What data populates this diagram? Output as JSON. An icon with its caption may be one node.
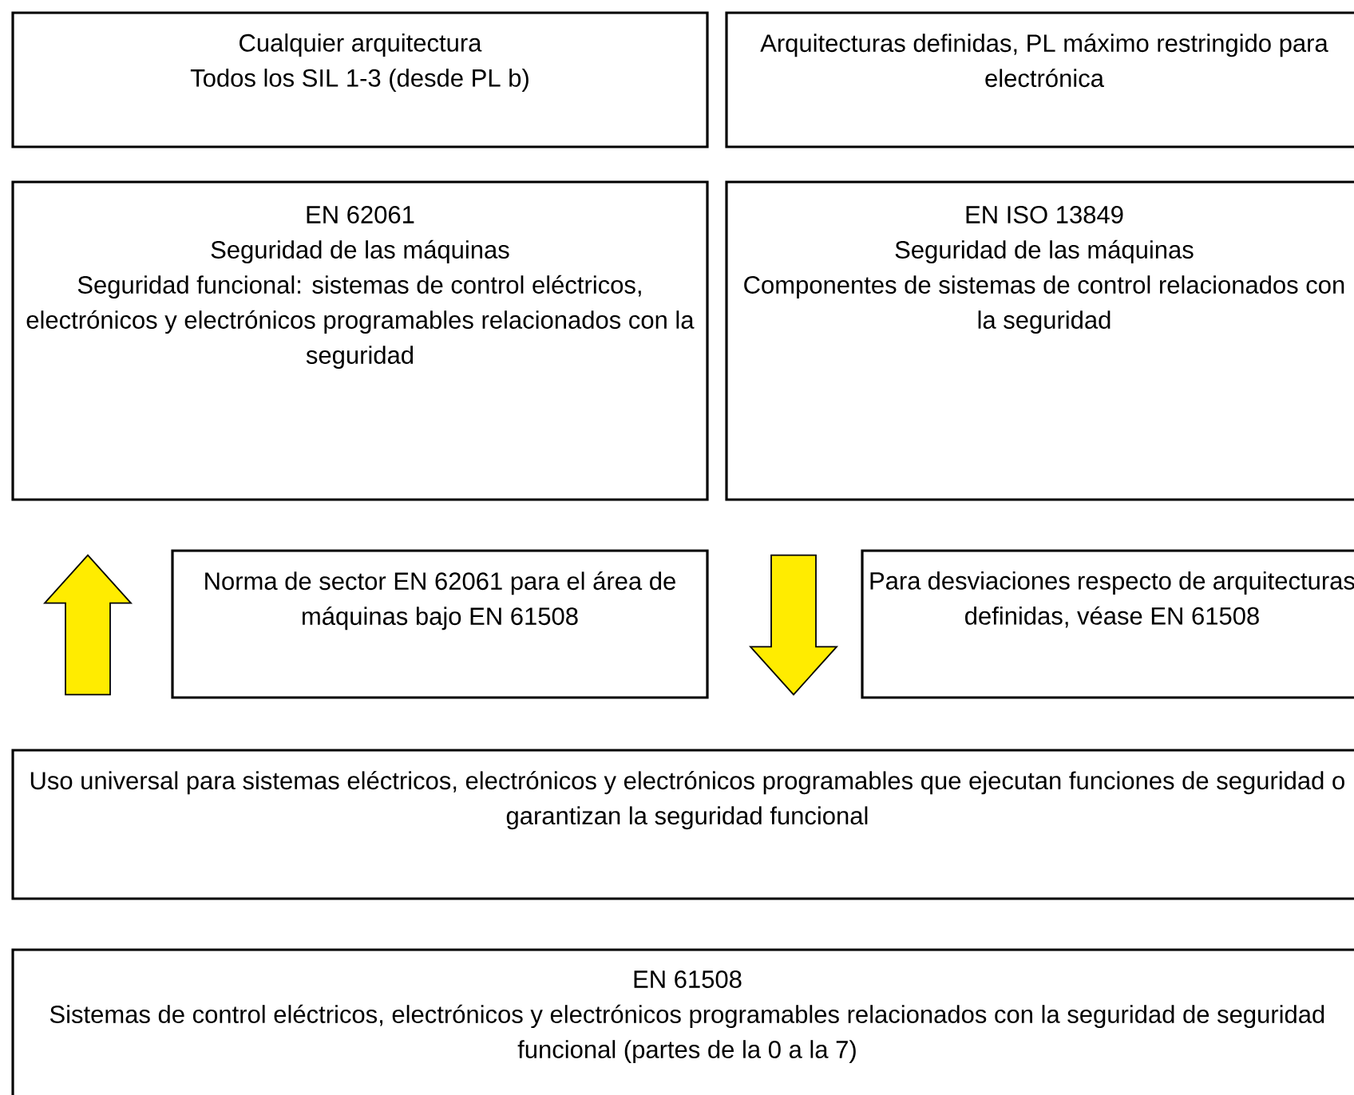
{
  "diagram": {
    "nodes": [
      {
        "text": [
          "Cualquier arquitectura",
          "Todos los SIL 1-3 (desde PL b)"
        ]
      },
      {
        "text": [
          "Arquitecturas definidas, PL máximo restringido para electrónica"
        ]
      },
      {
        "text": [
          "EN 62061",
          "Seguridad de las máquinas",
          "Seguridad funcional: sistemas de control eléctricos, electrónicos y electrónicos programables relacionados con la seguridad"
        ]
      },
      {
        "text": [
          "EN ISO 13849",
          "Seguridad de las máquinas",
          "Componentes de sistemas de control relacionados con la seguridad"
        ]
      },
      {
        "text": [
          "Norma de sector EN 62061 para el área de máquinas bajo EN 61508"
        ]
      },
      {
        "text": [
          "Para desviaciones respecto de arquitecturas definidas, véase EN 61508"
        ]
      },
      {
        "text": [
          "Uso universal para sistemas eléctricos, electrónicos y electrónicos programables que ejecutan funciones de seguridad o garantizan la seguridad funcional"
        ]
      },
      {
        "text": [
          "EN 61508",
          "Sistemas de control eléctricos, electrónicos y electrónicos programables relacionados con la seguridad de seguridad funcional (partes de la 0 a la 7)"
        ]
      }
    ],
    "edges": [
      {
        "from": 6,
        "to": 2,
        "arrow": "to"
      },
      {
        "from": 3,
        "to": 6,
        "arrow": "to"
      }
    ]
  }
}
